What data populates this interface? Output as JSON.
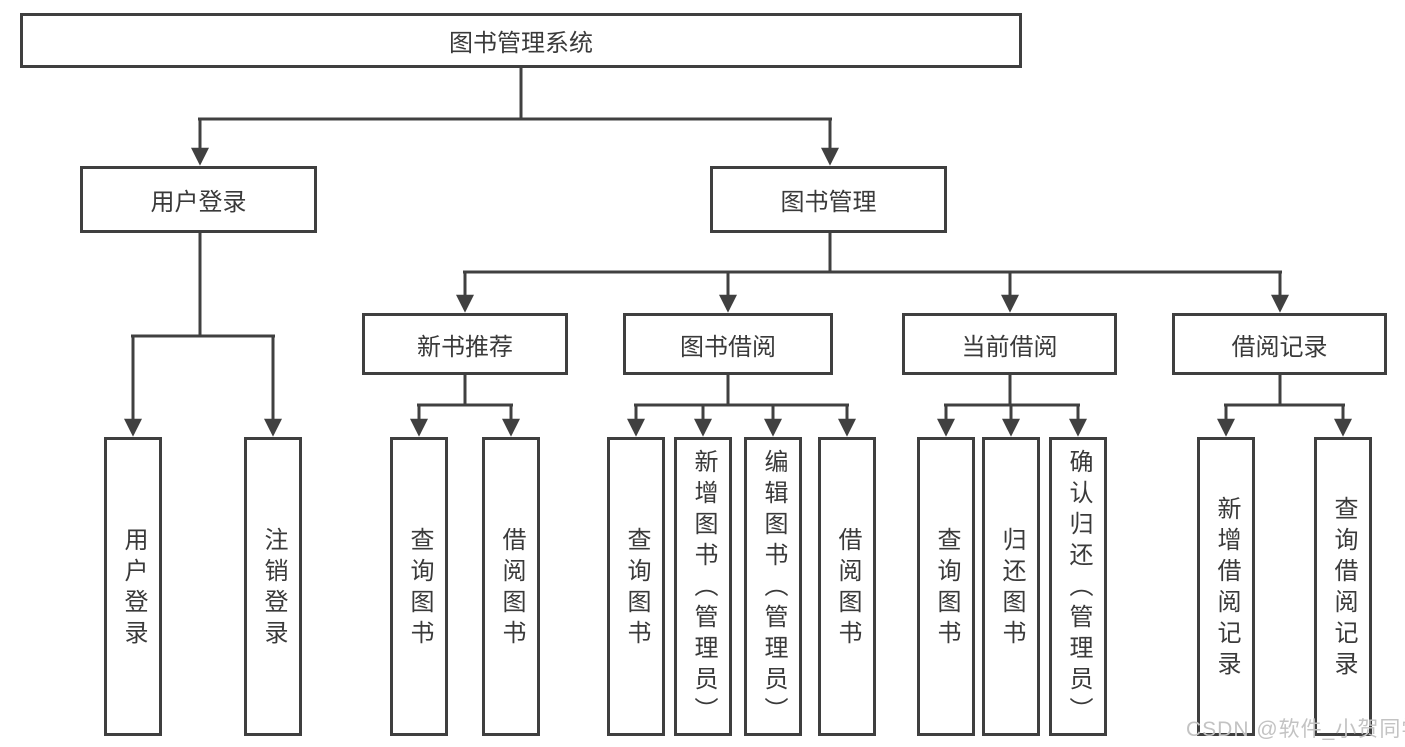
{
  "colors": {
    "line": "#404040",
    "node_border": "#3f3f3f",
    "node_text": "#3a3a3a",
    "watermark_text": "#c3c3c3",
    "background": "#ffffff"
  },
  "tree": {
    "root": {
      "label": "图书管理系统",
      "children": [
        {
          "label": "用户登录",
          "children": [
            {
              "label": "用户登录"
            },
            {
              "label": "注销登录"
            }
          ]
        },
        {
          "label": "图书管理",
          "children": [
            {
              "label": "新书推荐",
              "children": [
                {
                  "label": "查询图书"
                },
                {
                  "label": "借阅图书"
                }
              ]
            },
            {
              "label": "图书借阅",
              "children": [
                {
                  "label": "查询图书"
                },
                {
                  "label": "新增图书（管理员）"
                },
                {
                  "label": "编辑图书（管理员）"
                },
                {
                  "label": "借阅图书"
                }
              ]
            },
            {
              "label": "当前借阅",
              "children": [
                {
                  "label": "查询图书"
                },
                {
                  "label": "归还图书"
                },
                {
                  "label": "确认归还（管理员）"
                }
              ]
            },
            {
              "label": "借阅记录",
              "children": [
                {
                  "label": "新增借阅记录"
                },
                {
                  "label": "查询借阅记录"
                }
              ]
            }
          ]
        }
      ]
    }
  },
  "watermark": {
    "text": "CSDN @软件_小贺同学"
  }
}
